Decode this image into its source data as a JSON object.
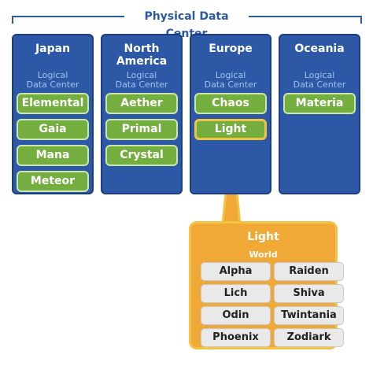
{
  "physical_title": "Physical Data Center",
  "logical_label": [
    "Logical",
    "Data Center"
  ],
  "regions": [
    {
      "name": [
        "Japan"
      ],
      "data_centers": [
        "Elemental",
        "Gaia",
        "Mana",
        "Meteor"
      ]
    },
    {
      "name": [
        "North",
        "America"
      ],
      "data_centers": [
        "Aether",
        "Primal",
        "Crystal"
      ]
    },
    {
      "name": [
        "Europe"
      ],
      "data_centers": [
        "Chaos",
        "Light"
      ],
      "selected": "Light"
    },
    {
      "name": [
        "Oceania"
      ],
      "data_centers": [
        "Materia"
      ]
    }
  ],
  "callout": {
    "title": "Light",
    "subtitle": "World",
    "worlds": [
      "Alpha",
      "Raiden",
      "Lich",
      "Shiva",
      "Odin",
      "Twintania",
      "Phoenix",
      "Zodiark"
    ]
  },
  "colors": {
    "region_fill": "#2c58a6",
    "data_center_fill": "#74ae3e",
    "highlight": "#f2c33f",
    "callout_fill": "#f0a836",
    "world_fill": "#e9e9e9"
  }
}
